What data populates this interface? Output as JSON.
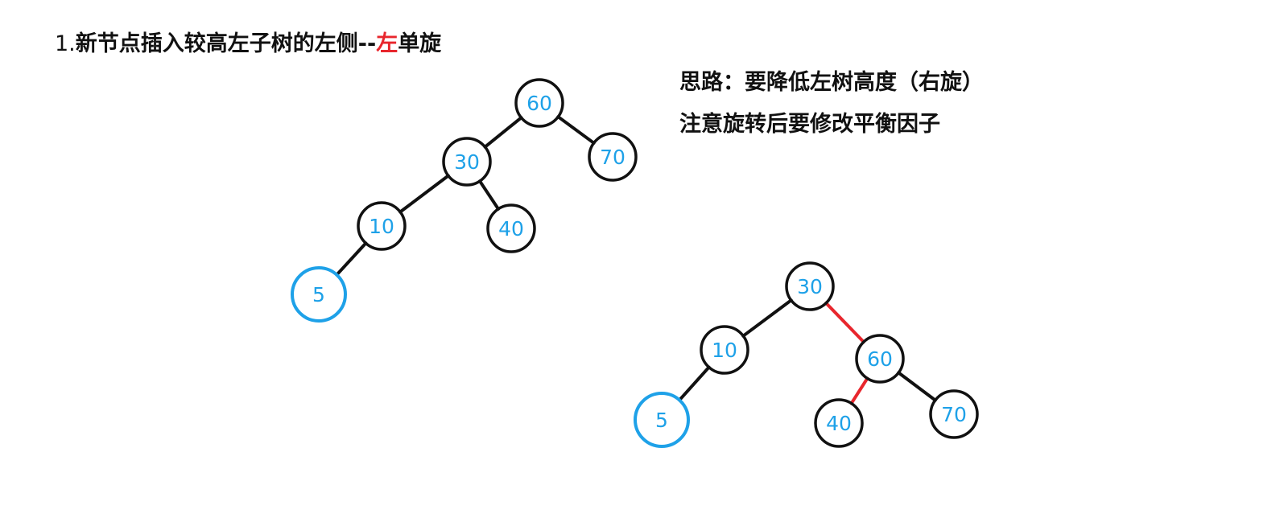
{
  "title": {
    "num": "1.",
    "main": "新节点插入较高左子树的左侧",
    "dash": "--",
    "red": "左",
    "rest": "单旋"
  },
  "notes": [
    "思路：要降低左树高度（右旋）",
    "注意旋转后要修改平衡因子"
  ],
  "colors": {
    "node_stroke": "#111111",
    "label": "#1ea1e8",
    "new_node": "#1ea1e8",
    "rotated_edge": "#e8262d"
  },
  "before_tree": {
    "nodes": [
      {
        "id": "b60",
        "label": "60"
      },
      {
        "id": "b30",
        "label": "30"
      },
      {
        "id": "b70",
        "label": "70"
      },
      {
        "id": "b10",
        "label": "10"
      },
      {
        "id": "b40",
        "label": "40"
      },
      {
        "id": "b5",
        "label": "5",
        "new": true
      }
    ],
    "edges": [
      [
        "b60",
        "b30"
      ],
      [
        "b60",
        "b70"
      ],
      [
        "b30",
        "b10"
      ],
      [
        "b30",
        "b40"
      ],
      [
        "b10",
        "b5"
      ]
    ]
  },
  "after_tree": {
    "nodes": [
      {
        "id": "a30",
        "label": "30"
      },
      {
        "id": "a10",
        "label": "10"
      },
      {
        "id": "a60",
        "label": "60"
      },
      {
        "id": "a5",
        "label": "5",
        "new": true
      },
      {
        "id": "a40",
        "label": "40"
      },
      {
        "id": "a70",
        "label": "70"
      }
    ],
    "edges": [
      [
        "a30",
        "a10"
      ],
      [
        "a30",
        "a60",
        "red"
      ],
      [
        "a10",
        "a5"
      ],
      [
        "a60",
        "a40",
        "red"
      ],
      [
        "a60",
        "a70"
      ]
    ]
  }
}
